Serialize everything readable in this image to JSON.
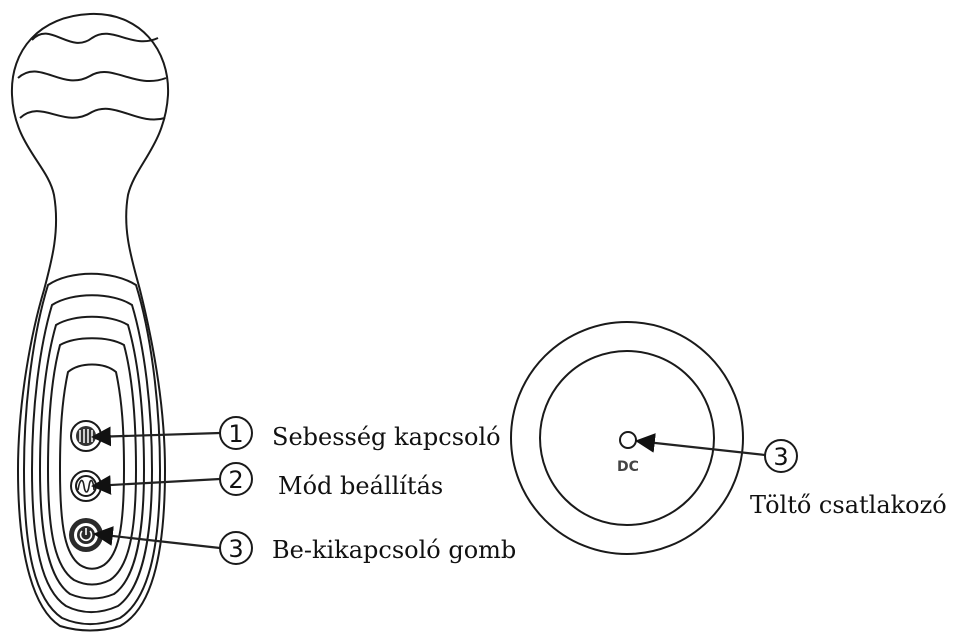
{
  "device": {
    "buttons": [
      {
        "number": "1",
        "label": "Sebesség kapcsoló",
        "icon": "speed-dial-icon"
      },
      {
        "number": "2",
        "label": "Mód beállítás",
        "icon": "mode-wave-icon"
      },
      {
        "number": "3",
        "label": "Be-kikapcsoló gomb",
        "icon": "power-icon"
      }
    ]
  },
  "base": {
    "port_text": "DC",
    "callout_number": "3",
    "callout_label": "Töltő csatlakozó"
  },
  "colors": {
    "line": "#222222",
    "background": "#ffffff"
  }
}
